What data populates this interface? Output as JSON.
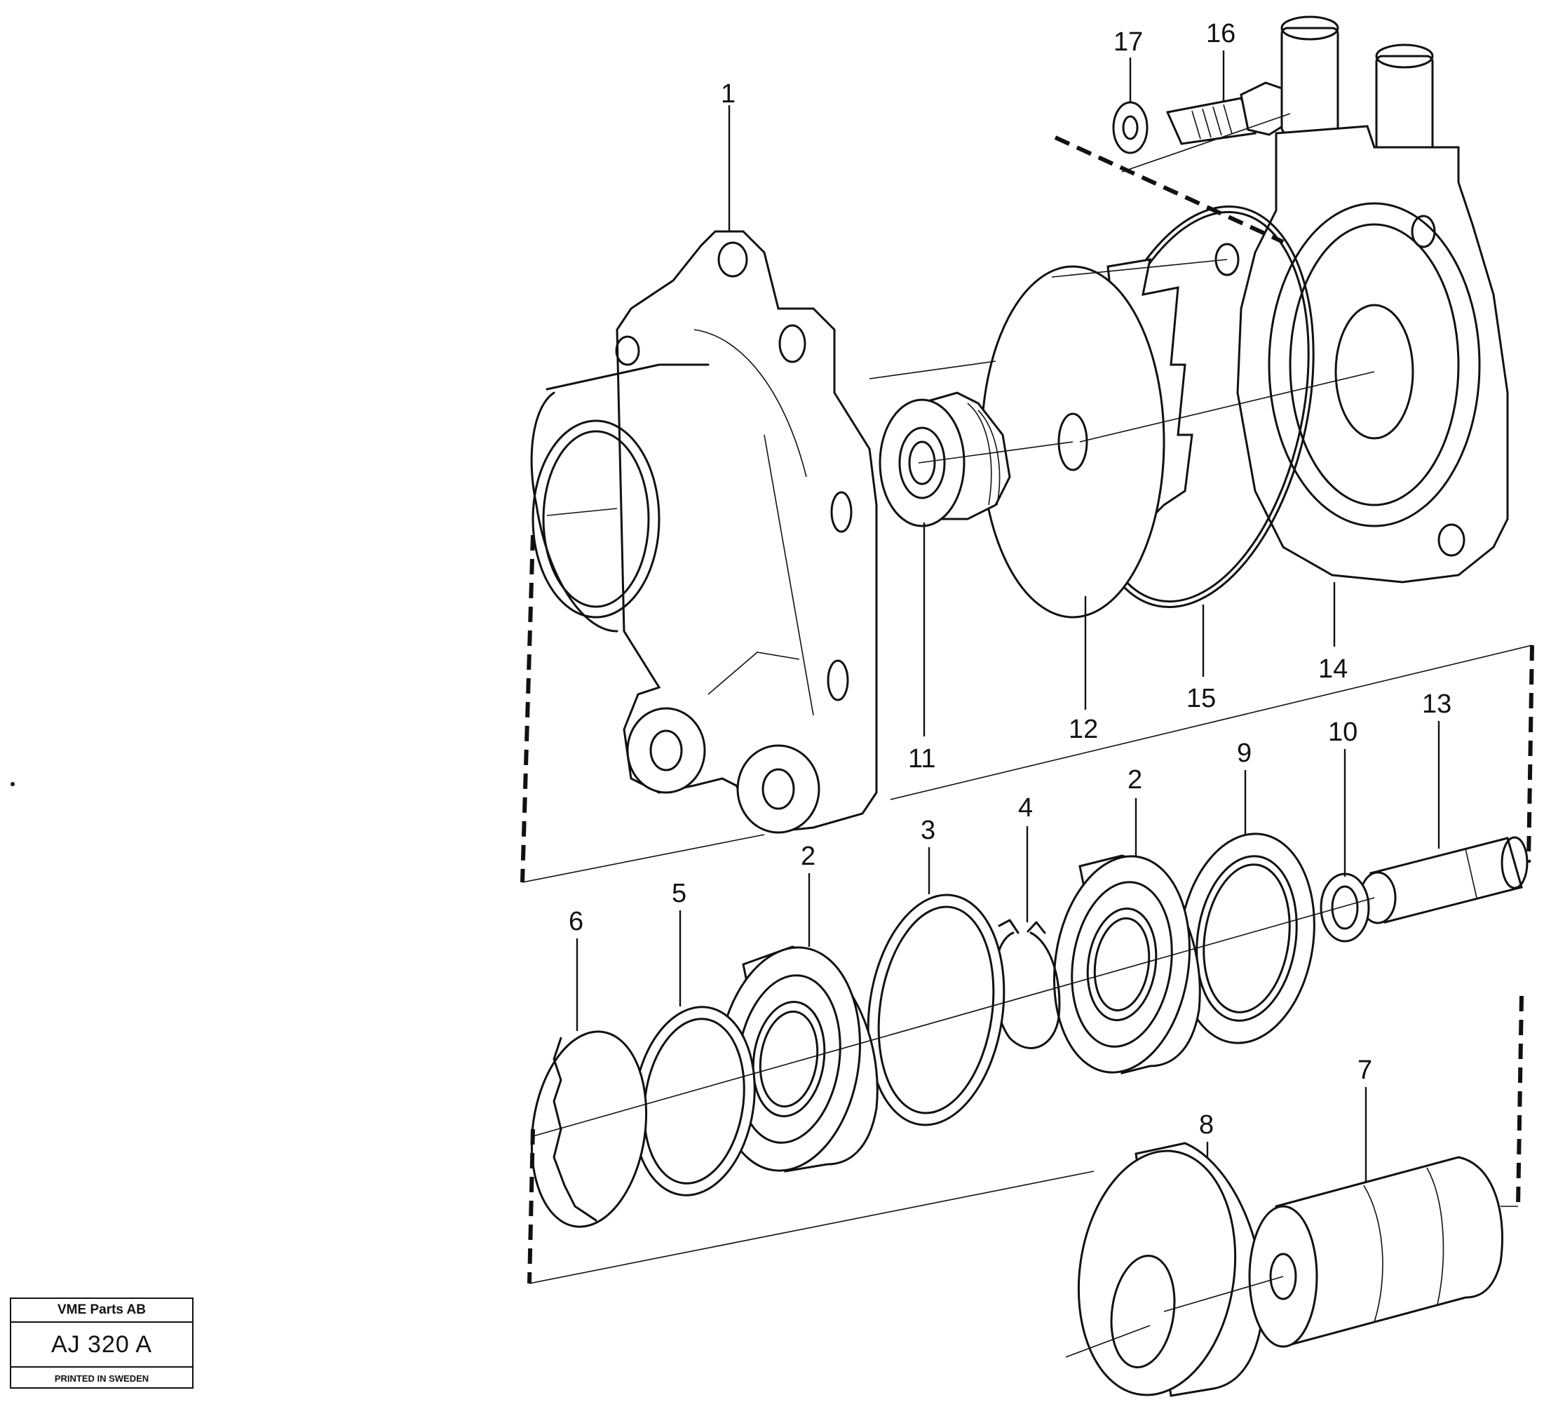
{
  "part_labels": [
    {
      "id": "p1",
      "text": "1"
    },
    {
      "id": "p17",
      "text": "17"
    },
    {
      "id": "p16",
      "text": "16"
    },
    {
      "id": "p11",
      "text": "11"
    },
    {
      "id": "p12",
      "text": "12"
    },
    {
      "id": "p15",
      "text": "15"
    },
    {
      "id": "p14",
      "text": "14"
    },
    {
      "id": "p13",
      "text": "13"
    },
    {
      "id": "p10",
      "text": "10"
    },
    {
      "id": "p9",
      "text": "9"
    },
    {
      "id": "p2b",
      "text": "2"
    },
    {
      "id": "p4",
      "text": "4"
    },
    {
      "id": "p3",
      "text": "3"
    },
    {
      "id": "p2a",
      "text": "2"
    },
    {
      "id": "p5",
      "text": "5"
    },
    {
      "id": "p6",
      "text": "6"
    },
    {
      "id": "p8",
      "text": "8"
    },
    {
      "id": "p7",
      "text": "7"
    }
  ],
  "stamp": {
    "company": "VME Parts AB",
    "code": "AJ 320 A",
    "printed": "PRINTED IN SWEDEN"
  }
}
